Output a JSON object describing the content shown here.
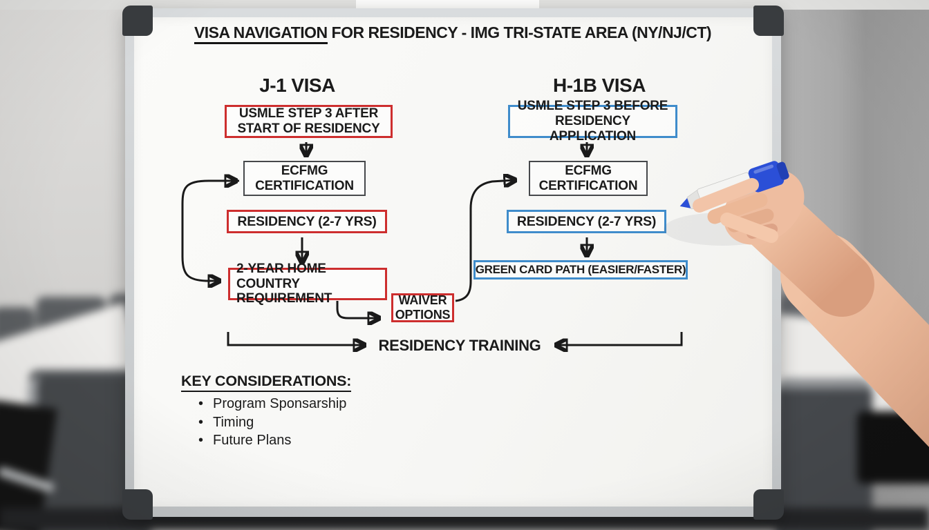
{
  "whiteboard": {
    "title": {
      "underlined": "VISA NAVIGATION",
      "rest": " FOR RESIDENCY - IMG TRI-STATE AREA (NY/NJ/CT)"
    },
    "j1": {
      "header": "J-1 VISA",
      "boxes": [
        {
          "text": "USMLE STEP 3 AFTER START OF RESIDENCY",
          "style": "red"
        },
        {
          "text": "ECFMG CERTIFICATION",
          "style": "black"
        },
        {
          "text": "RESIDENCY (2-7 YRS)",
          "style": "red"
        },
        {
          "text": "2-YEAR HOME COUNTRY REQUIREMENT",
          "style": "red"
        },
        {
          "text": "WAIVER OPTIONS",
          "style": "red"
        }
      ]
    },
    "h1b": {
      "header": "H-1B VISA",
      "boxes": [
        {
          "text": "USMLE STEP 3 BEFORE RESIDENCY APPLICATION",
          "style": "blue"
        },
        {
          "text": "ECFMG CERTIFICATION",
          "style": "black"
        },
        {
          "text": "RESIDENCY (2-7 YRS)",
          "style": "blue"
        },
        {
          "text": "GREEN CARD PATH (EASIER/FASTER)",
          "style": "blue"
        }
      ]
    },
    "merge_label": "RESIDENCY TRAINING",
    "key_considerations": {
      "heading": "KEY CONSIDERATIONS:",
      "items": [
        "Program Sponsarship",
        "Timing",
        "Future Plans"
      ]
    }
  },
  "scene": {
    "marker": {
      "color_name": "blue-dry-erase-marker",
      "cap_hex": "#2b4fd7"
    },
    "colors": {
      "red_box": "#cd2e2e",
      "blue_box": "#3f8ccb",
      "black_box": "#46484b",
      "ink": "#1b1b1b"
    }
  }
}
